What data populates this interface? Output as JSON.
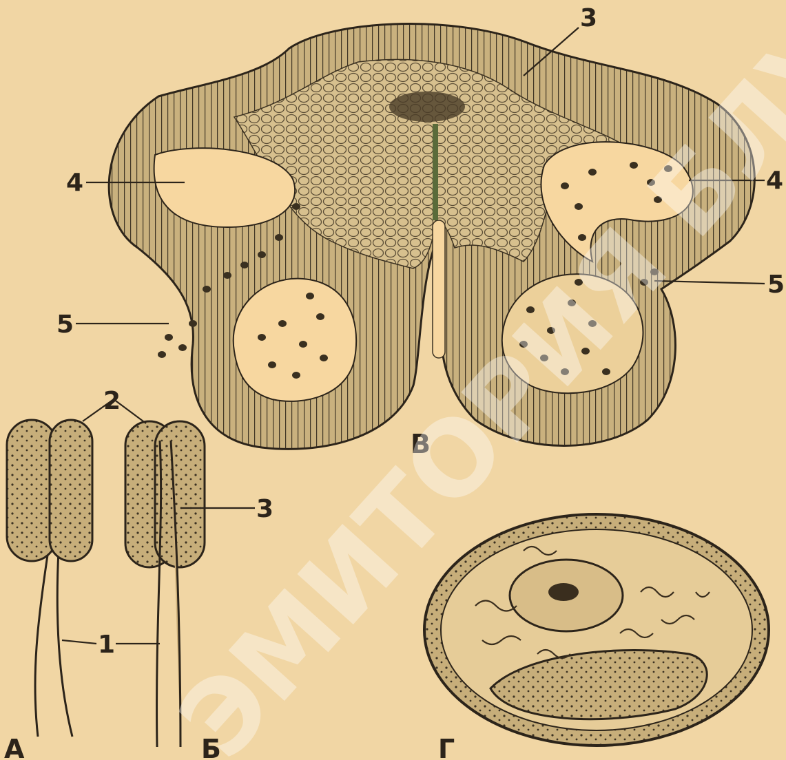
{
  "labels": {
    "n1": "1",
    "n2": "2",
    "n3_top": "3",
    "n3_left": "3",
    "n4_left": "4",
    "n4_right": "4",
    "n5_left": "5",
    "n5_right": "5",
    "panel_a": "А",
    "panel_b": "Б",
    "panel_v": "В",
    "panel_g": "Г"
  },
  "watermark": "ЭМИТОРИЯ БЛУ",
  "colors": {
    "background": "#f1d6a4",
    "ink": "#2c241a",
    "tissue": "#d9c290",
    "cavity": "#f7d7a0"
  }
}
